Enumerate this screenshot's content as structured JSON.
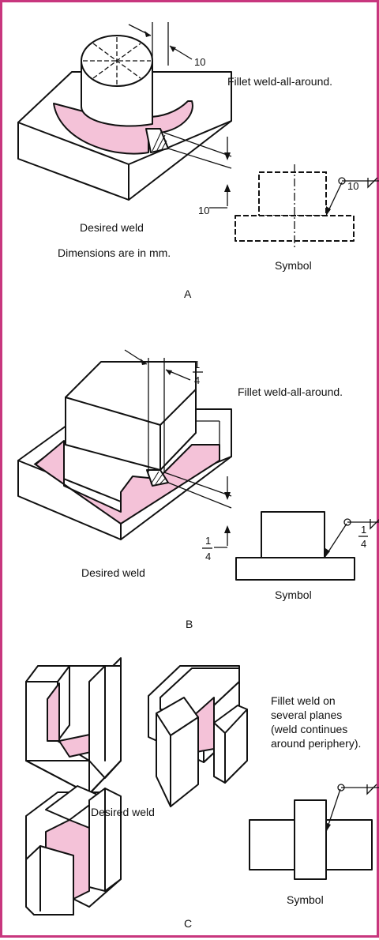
{
  "colors": {
    "frame": "#c8367e",
    "weld": "#f4c2d8",
    "ink": "#111111"
  },
  "panel_a": {
    "title": "Fillet weld-all-around.",
    "dim_top": "10",
    "dim_side": "10",
    "desired_weld": "Desired weld",
    "note": "Dimensions are in mm.",
    "symbol_label": "Symbol",
    "symbol_size": "10",
    "letter": "A"
  },
  "panel_b": {
    "title": "Fillet weld-all-around.",
    "dim_top_num": "1",
    "dim_top_den": "4",
    "dim_side_num": "1",
    "dim_side_den": "4",
    "desired_weld": "Desired weld",
    "symbol_label": "Symbol",
    "symbol_num": "1",
    "symbol_den": "4",
    "letter": "B"
  },
  "panel_c": {
    "title_lines": [
      "Fillet weld on",
      "several planes",
      "(weld continues",
      "around periphery)."
    ],
    "desired_weld": "Desired weld",
    "symbol_label": "Symbol",
    "letter": "C"
  }
}
